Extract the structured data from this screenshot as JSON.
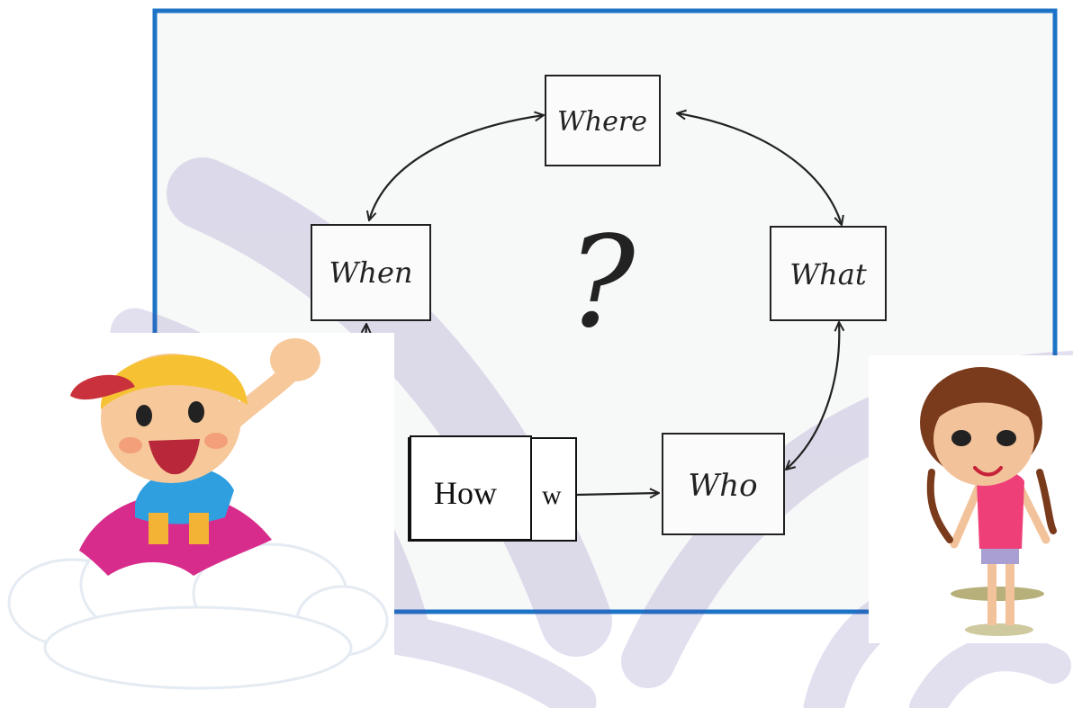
{
  "diagram": {
    "nodes": {
      "where": "Where",
      "when": "When",
      "what": "What",
      "who": "Who",
      "how": "How",
      "how_partial": "w"
    },
    "center_symbol": "?"
  },
  "colors": {
    "frame_border": "#1d74c6",
    "watermark": "#5b4aa6",
    "ink": "#222222"
  },
  "icons": [
    "boy-cartoon-icon",
    "girl-cartoon-icon",
    "watermark-logo-icon"
  ]
}
